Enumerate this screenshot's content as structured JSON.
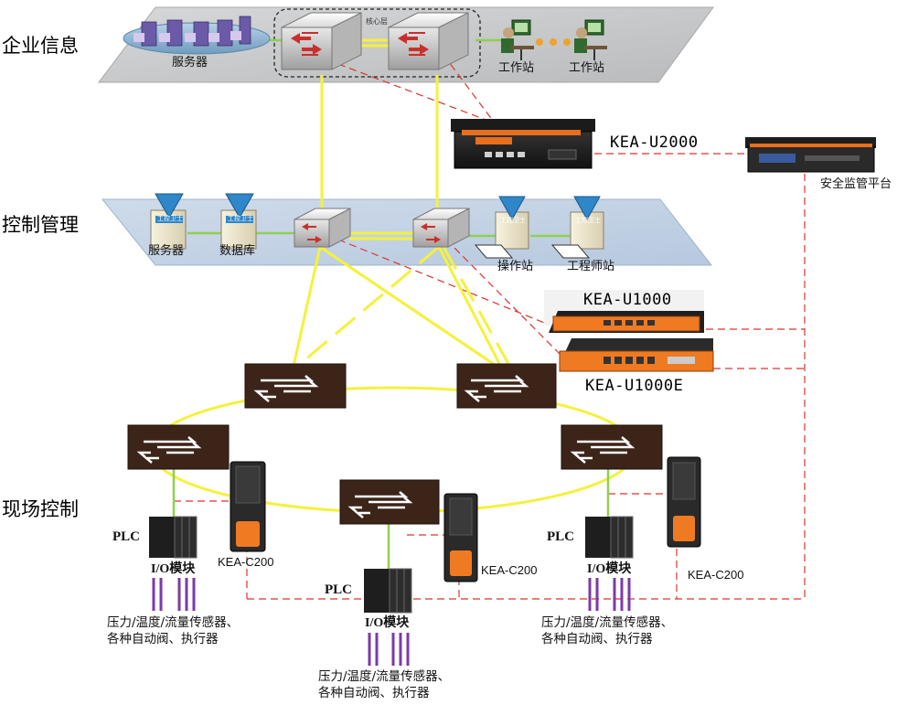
{
  "layers": {
    "enterprise": "企业信息",
    "control": "控制管理",
    "field": "现场控制"
  },
  "core_layer_label": "核心层",
  "enterprise_layer": {
    "servers_label": "服务器",
    "workstation_1_label": "工作站",
    "workstation_2_label": "工作站"
  },
  "control_layer": {
    "server_label": "服务器",
    "database_label": "数据库",
    "operator_station_label": "操作站",
    "engineer_station_label": "工程师站",
    "host_badge_text": "工控卫士"
  },
  "devices": {
    "u2000": "KEA-U2000",
    "u1000": "KEA-U1000",
    "u1000e": "KEA-U1000E",
    "security_platform": "安全监管平台",
    "c200_left": "KEA-C200",
    "c200_mid": "KEA-C200",
    "c200_right": "KEA-C200"
  },
  "field_units": [
    {
      "plc": "PLC",
      "io": "I/O模块",
      "sensors_line1": "压力/温度/流量传感器、",
      "sensors_line2": "各种自动阀、执行器"
    },
    {
      "plc": "PLC",
      "io": "I/O模块",
      "sensors_line1": "压力/温度/流量传感器、",
      "sensors_line2": "各种自动阀、执行器"
    },
    {
      "plc": "PLC",
      "io": "I/O模块",
      "sensors_line1": "压力/温度/流量传感器、",
      "sensors_line2": "各种自动阀、执行器"
    }
  ],
  "colors": {
    "plane_fill_top": "#c9cacb",
    "plane_fill_mid": "#c5d4e6",
    "link_yellow": "#f5f13c",
    "link_green": "#8fd04f",
    "dashed_red": "#d9352c",
    "router_red": "#c9302c",
    "field_switch_brown": "#3d2418",
    "appliance_orange": "#f07a22",
    "io_purple": "#7b3aa8"
  }
}
